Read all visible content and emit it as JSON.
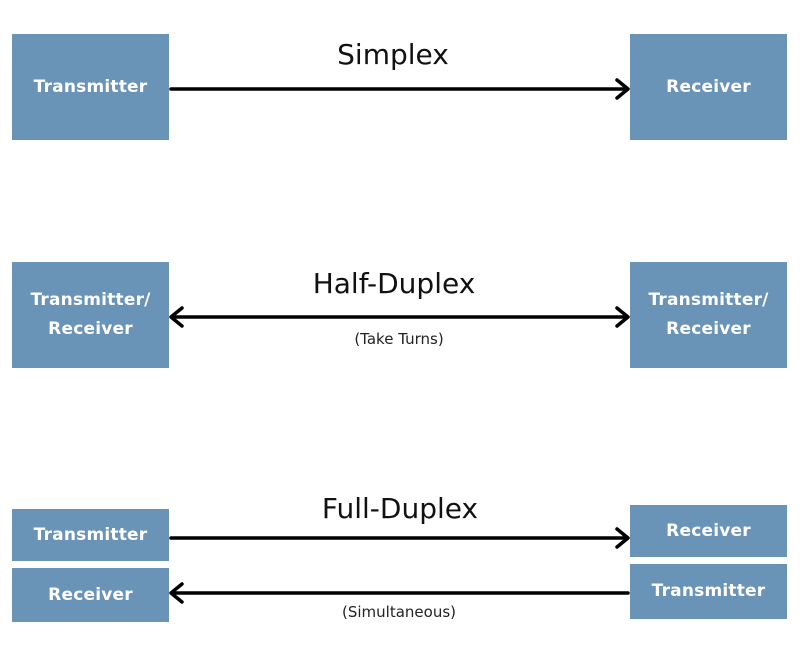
{
  "simplex": {
    "title": "Simplex",
    "left": "Transmitter",
    "right": "Receiver"
  },
  "half_duplex": {
    "title": "Half-Duplex",
    "note": "(Take Turns)",
    "left": "Transmitter/\nReceiver",
    "right": "Transmitter/\nReceiver"
  },
  "full_duplex": {
    "title": "Full-Duplex",
    "note": "(Simultaneous)",
    "left_top": "Transmitter",
    "left_bottom": "Receiver",
    "right_top": "Receiver",
    "right_bottom": "Transmitter"
  },
  "colors": {
    "box": "#6a93b8",
    "box_text": "#ffffff",
    "arrow": "#000000"
  }
}
